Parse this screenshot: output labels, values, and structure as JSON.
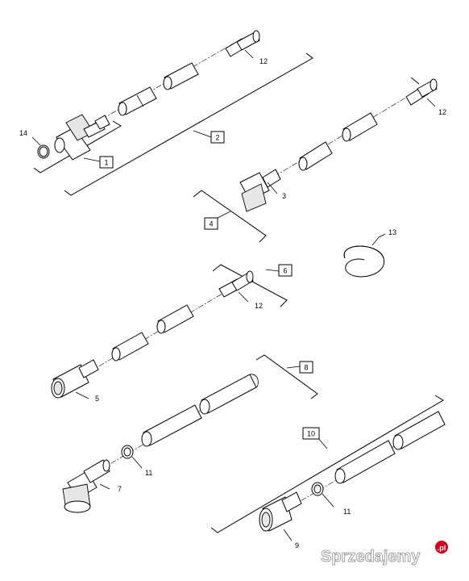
{
  "callouts": {
    "c1": "1",
    "c2": "2",
    "c3": "3",
    "c4": "4",
    "c5": "5",
    "c6": "6",
    "c7": "7",
    "c8": "8",
    "c9": "9",
    "c10": "10",
    "c11a": "11",
    "c11b": "11",
    "c12a": "12",
    "c12b": "12",
    "c12c": "12",
    "c13": "13",
    "c14": "14"
  },
  "watermark": {
    "text": "Sprzedajemy",
    "suffix": ".pl"
  }
}
